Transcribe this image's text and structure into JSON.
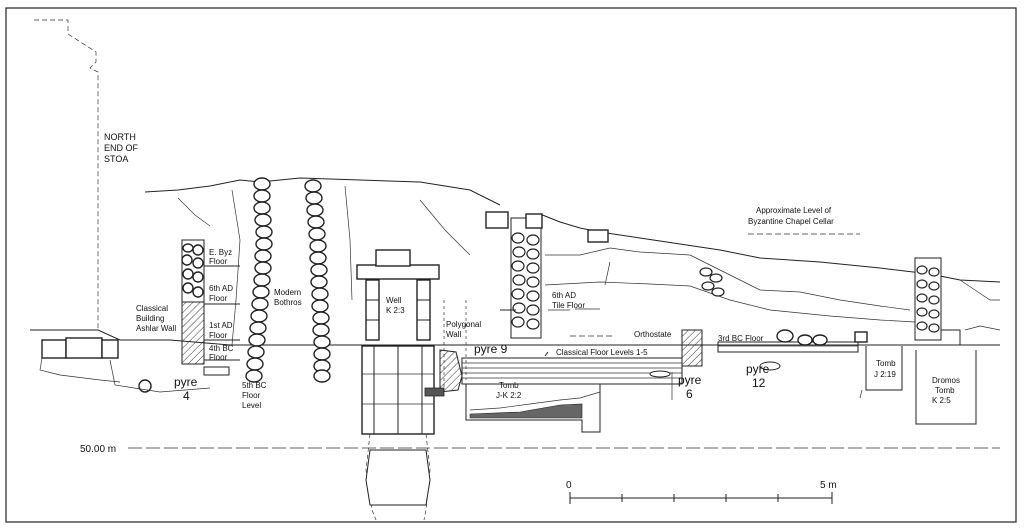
{
  "labels": {
    "north_end_of_stoa": [
      "NORTH",
      "END OF",
      "STOA"
    ],
    "classical_building": [
      "Classical",
      "Building",
      "Ashlar Wall"
    ],
    "e_byz_floor": [
      "E. Byz",
      "Floor"
    ],
    "sixth_ad_floor": [
      "6th AD",
      "Floor"
    ],
    "first_ad_floor": [
      "1st AD",
      "Floor"
    ],
    "fourth_bc_floor": [
      "4th BC",
      "Floor"
    ],
    "fifth_bc_floor_level": [
      "5th BC",
      "Floor",
      "Level"
    ],
    "modern_bothros": [
      "Modern",
      "Bothros"
    ],
    "well": [
      "Well",
      "K 2:3"
    ],
    "polygonal_wall": [
      "Polygonal",
      "Wall"
    ],
    "sixth_ad_tile_floor": [
      "6th AD",
      "Tile Floor"
    ],
    "approx_level": [
      "Approximate Level of",
      "Byzantine Chapel Cellar"
    ],
    "orthostate": "Orthostate",
    "third_bc_floor": "3rd BC Floor",
    "classical_floor_levels": "Classical Floor Levels 1-5",
    "tomb_jk": [
      "Tomb",
      "J-K 2:2"
    ],
    "tomb_j": [
      "Tomb",
      "J 2:19"
    ],
    "dromos_tomb": [
      "Dromos",
      "Tomb",
      "K 2:5"
    ],
    "pyre_4": [
      "pyre",
      "4"
    ],
    "pyre_9": "pyre 9",
    "pyre_6": [
      "pyre",
      "6"
    ],
    "pyre_12": [
      "pyre",
      "12"
    ],
    "datum": "50.00 m"
  },
  "scale": {
    "start": "0",
    "end": "5 m"
  }
}
